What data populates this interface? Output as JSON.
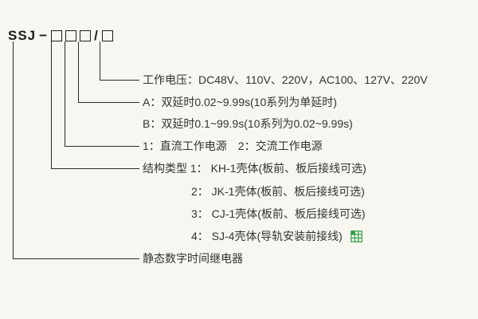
{
  "colors": {
    "background": "#f8f6f1",
    "line": "#2a2a2a",
    "text": "#333333",
    "watermark_green": "#2f9e44"
  },
  "model_code": {
    "prefix": "SSJ",
    "dash": "−",
    "slash": "/"
  },
  "branches": {
    "working_voltage": "工作电压：DC48V、110V、220V，AC100、127V、220V",
    "delay_a": "A：双延时0.02~9.99s(10系列为单延时)",
    "delay_b": "B：双延时0.1~99.9s(10系列为0.02~9.99s)",
    "power_supply": "1：直流工作电源　2：交流工作电源",
    "structure_type": "结构类型 1： KH-1壳体(板前、板后接线可选)",
    "structure_option_2": "2： JK-1壳体(板前、板后接线可选)",
    "structure_option_3": "3： CJ-1壳体(板前、板后接线可选)",
    "structure_option_4": "4： SJ-4壳体(导轨安装前接线)",
    "product_name": "静态数字时间继电器"
  }
}
